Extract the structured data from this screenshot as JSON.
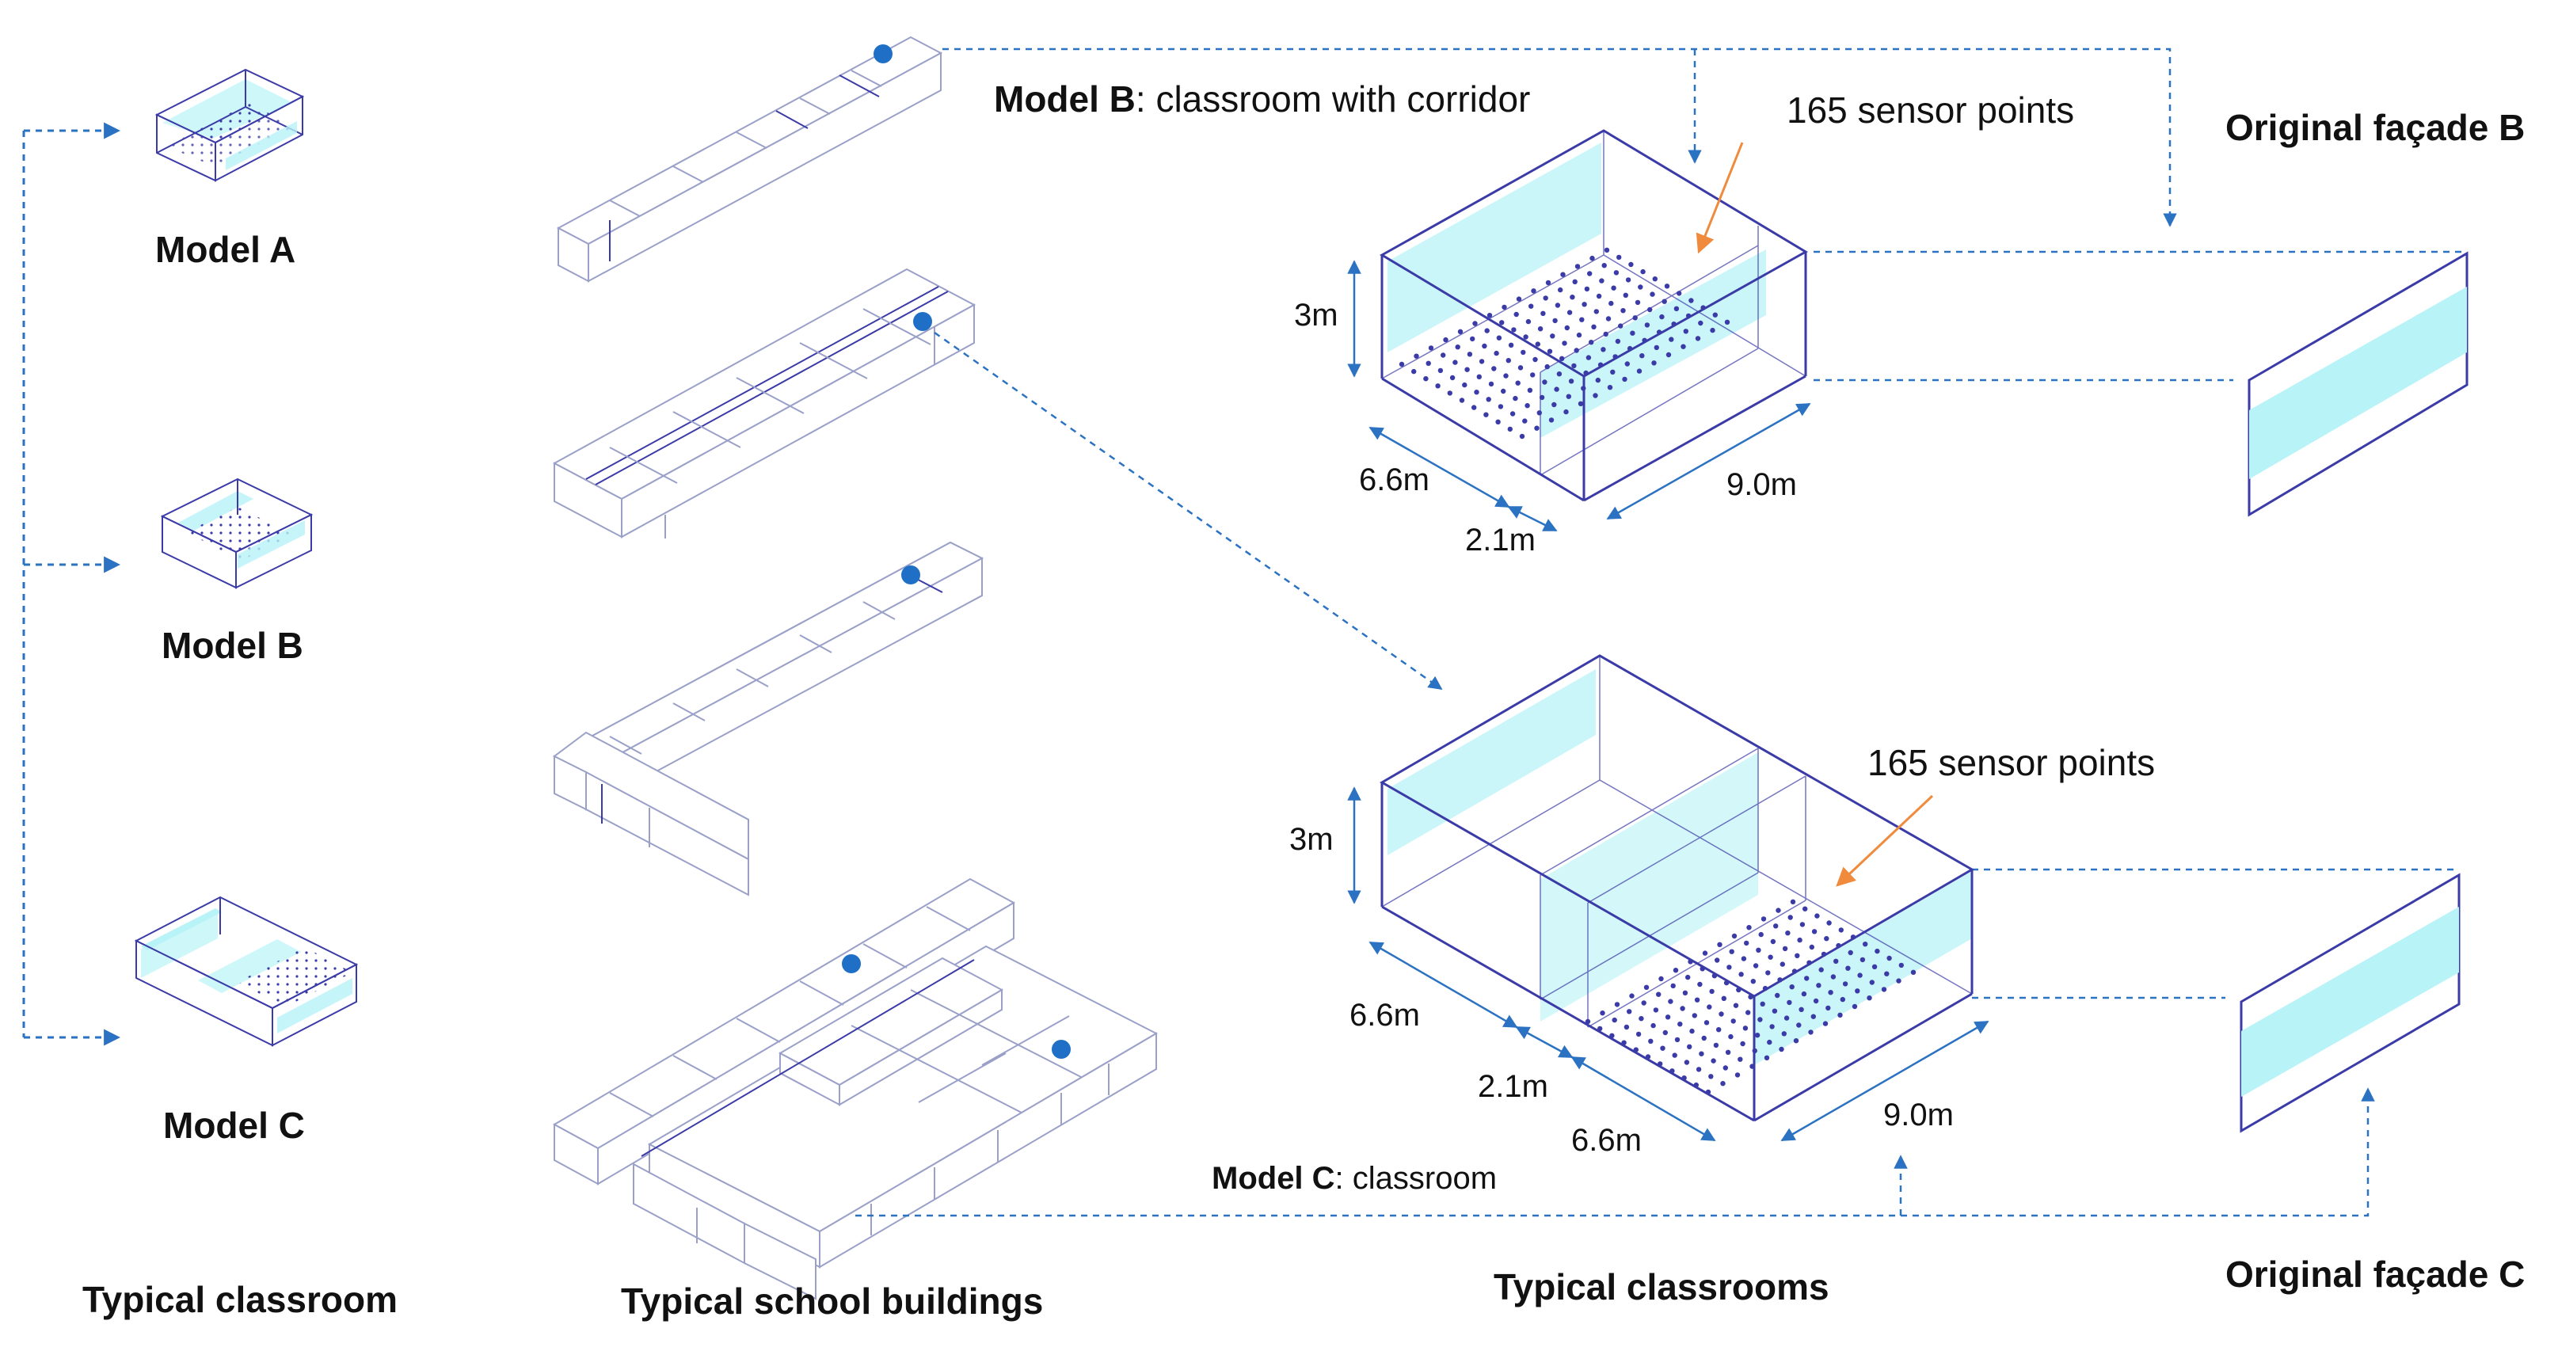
{
  "column_labels": {
    "typical_classroom": "Typical classroom",
    "typical_school_buildings": "Typical school buildings",
    "typical_classrooms": "Typical classrooms"
  },
  "models": {
    "a": "Model A",
    "b": "Model B",
    "c": "Model C"
  },
  "detail_b": {
    "title_bold": "Model B",
    "title_rest": ": classroom with corridor",
    "sensor_label": "165 sensor points",
    "height": "3m",
    "depth": "6.6m",
    "corridor": "2.1m",
    "width": "9.0m",
    "facade_label": "Original façade B"
  },
  "detail_c": {
    "title_bold": "Model C",
    "title_rest": ": classroom",
    "sensor_label": "165 sensor points",
    "height": "3m",
    "depth_1": "6.6m",
    "corridor": "2.1m",
    "depth_2": "6.6m",
    "width": "9.0m",
    "facade_label": "Original façade C"
  },
  "colors": {
    "outline": "#3b3ba8",
    "glass": "#b8f3f7",
    "connector": "#2b72c2",
    "arrow_orange": "#f08a3c",
    "marker": "#1f6fc6",
    "building_line": "#9aa0c8"
  }
}
